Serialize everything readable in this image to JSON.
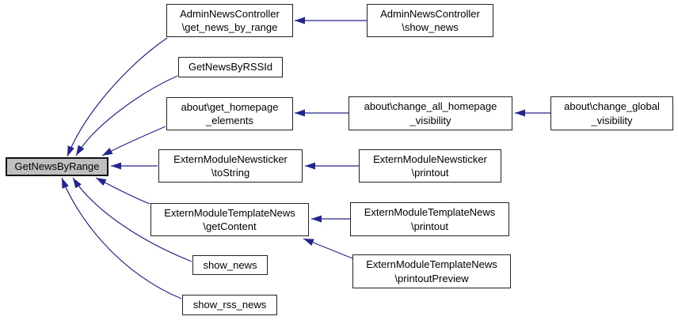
{
  "diagram": {
    "type": "call-graph",
    "root": "GetNewsByRange",
    "colors": {
      "edge": "#24248f",
      "root_fill": "#bfbfbf",
      "node_fill": "#ffffff",
      "node_border": "#222222",
      "text": "#000000"
    },
    "nodes": [
      {
        "id": "GetNewsByRange",
        "label": "GetNewsByRange"
      },
      {
        "id": "AdminNewsController\\get_news_by_range",
        "label": "AdminNewsController\n\\get_news_by_range"
      },
      {
        "id": "AdminNewsController\\show_news",
        "label": "AdminNewsController\n\\show_news"
      },
      {
        "id": "GetNewsByRSSId",
        "label": "GetNewsByRSSId"
      },
      {
        "id": "about\\get_homepage_elements",
        "label": "about\\get_homepage\n_elements"
      },
      {
        "id": "about\\change_all_homepage_visibility",
        "label": "about\\change_all_homepage\n_visibility"
      },
      {
        "id": "about\\change_global_visibility",
        "label": "about\\change_global\n_visibility"
      },
      {
        "id": "ExternModuleNewsticker\\toString",
        "label": "ExternModuleNewsticker\n\\toString"
      },
      {
        "id": "ExternModuleNewsticker\\printout",
        "label": "ExternModuleNewsticker\n\\printout"
      },
      {
        "id": "ExternModuleTemplateNews\\getContent",
        "label": "ExternModuleTemplateNews\n\\getContent"
      },
      {
        "id": "ExternModuleTemplateNews\\printout",
        "label": "ExternModuleTemplateNews\n\\printout"
      },
      {
        "id": "ExternModuleTemplateNews\\printoutPreview",
        "label": "ExternModuleTemplateNews\n\\printoutPreview"
      },
      {
        "id": "show_news",
        "label": "show_news"
      },
      {
        "id": "show_rss_news",
        "label": "show_rss_news"
      }
    ],
    "edges": [
      {
        "from": "AdminNewsController\\get_news_by_range",
        "to": "GetNewsByRange"
      },
      {
        "from": "AdminNewsController\\show_news",
        "to": "AdminNewsController\\get_news_by_range"
      },
      {
        "from": "GetNewsByRSSId",
        "to": "GetNewsByRange"
      },
      {
        "from": "about\\get_homepage_elements",
        "to": "GetNewsByRange"
      },
      {
        "from": "about\\change_all_homepage_visibility",
        "to": "about\\get_homepage_elements"
      },
      {
        "from": "about\\change_global_visibility",
        "to": "about\\change_all_homepage_visibility"
      },
      {
        "from": "ExternModuleNewsticker\\toString",
        "to": "GetNewsByRange"
      },
      {
        "from": "ExternModuleNewsticker\\printout",
        "to": "ExternModuleNewsticker\\toString"
      },
      {
        "from": "ExternModuleTemplateNews\\getContent",
        "to": "GetNewsByRange"
      },
      {
        "from": "ExternModuleTemplateNews\\printout",
        "to": "ExternModuleTemplateNews\\getContent"
      },
      {
        "from": "ExternModuleTemplateNews\\printoutPreview",
        "to": "ExternModuleTemplateNews\\getContent"
      },
      {
        "from": "show_news",
        "to": "GetNewsByRange"
      },
      {
        "from": "show_rss_news",
        "to": "GetNewsByRange"
      }
    ]
  }
}
